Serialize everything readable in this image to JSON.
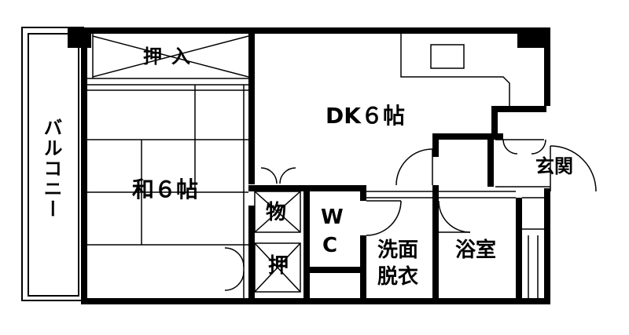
{
  "rooms": {
    "balcony": "バルコニー",
    "closet_top": "押入",
    "dk": "DK６帖",
    "washitsu": "和６帖",
    "genkan": "玄関",
    "storage": "物",
    "toilet_line1": "W",
    "toilet_line2": "C",
    "closet_small": "押",
    "senmen_line1": "洗面",
    "senmen_line2": "脱衣",
    "bath": "浴室"
  },
  "colors": {
    "wall": "#000000",
    "line": "#000000",
    "background": "#ffffff"
  }
}
